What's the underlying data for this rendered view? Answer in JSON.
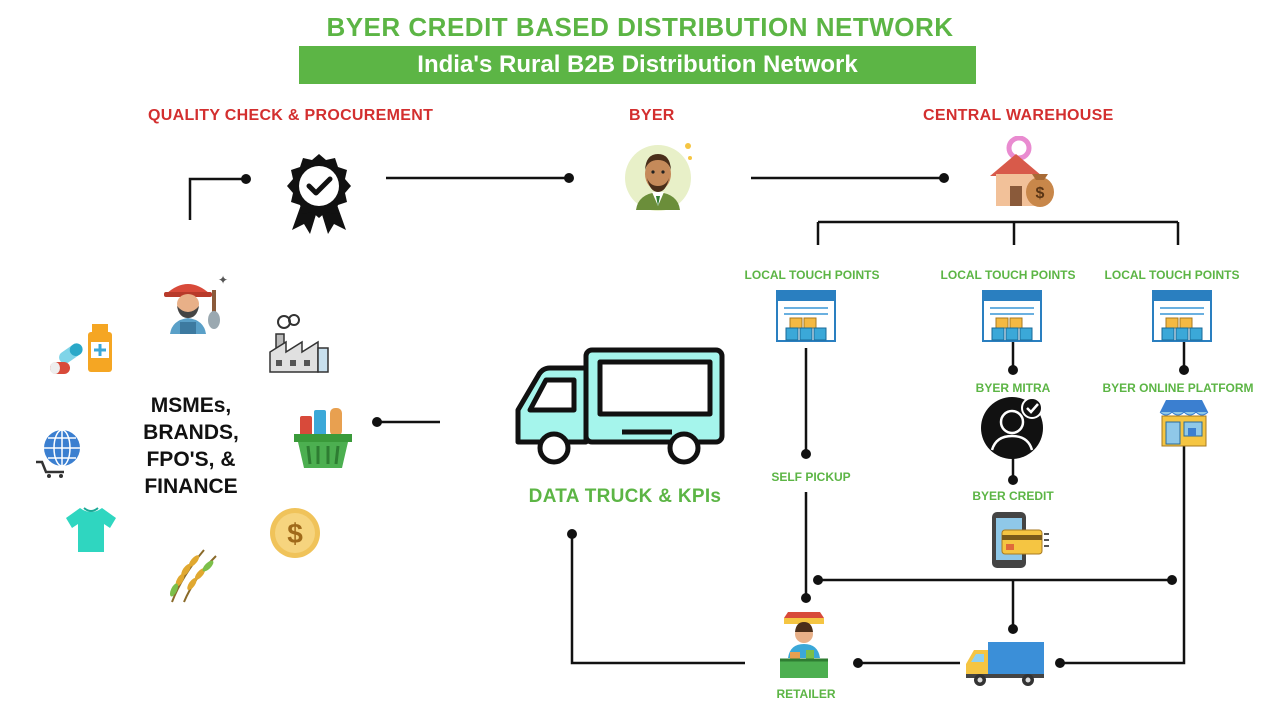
{
  "header": {
    "title": "BYER CREDIT BASED DISTRIBUTION NETWORK",
    "subtitle": "India's Rural B2B Distribution Network"
  },
  "sections": {
    "quality": "QUALITY CHECK & PROCUREMENT",
    "byer": "BYER",
    "warehouse": "CENTRAL WAREHOUSE"
  },
  "sources": {
    "lines": [
      "MSMEs,",
      "BRANDS,",
      "FPO'S, &",
      "FINANCE"
    ],
    "icons": [
      "farmer-icon",
      "factory-icon",
      "medicine-icon",
      "grocery-basket-icon",
      "global-cart-icon",
      "tshirt-icon",
      "dollar-coin-icon",
      "wheat-icon"
    ]
  },
  "truck": {
    "label": "DATA TRUCK & KPIs"
  },
  "touch_points": [
    {
      "label": "LOCAL TOUCH POINTS",
      "channel": "SELF PICKUP"
    },
    {
      "label": "LOCAL TOUCH POINTS",
      "channel": "BYER MITRA",
      "extra": "BYER CREDIT"
    },
    {
      "label": "LOCAL TOUCH POINTS",
      "channel": "BYER ONLINE PLATFORM"
    }
  ],
  "retailer": {
    "label": "RETAILER"
  },
  "colors": {
    "green": "#5cb545",
    "red": "#d32f2f",
    "truck_fill": "#a5f5ec",
    "line": "#111111"
  }
}
